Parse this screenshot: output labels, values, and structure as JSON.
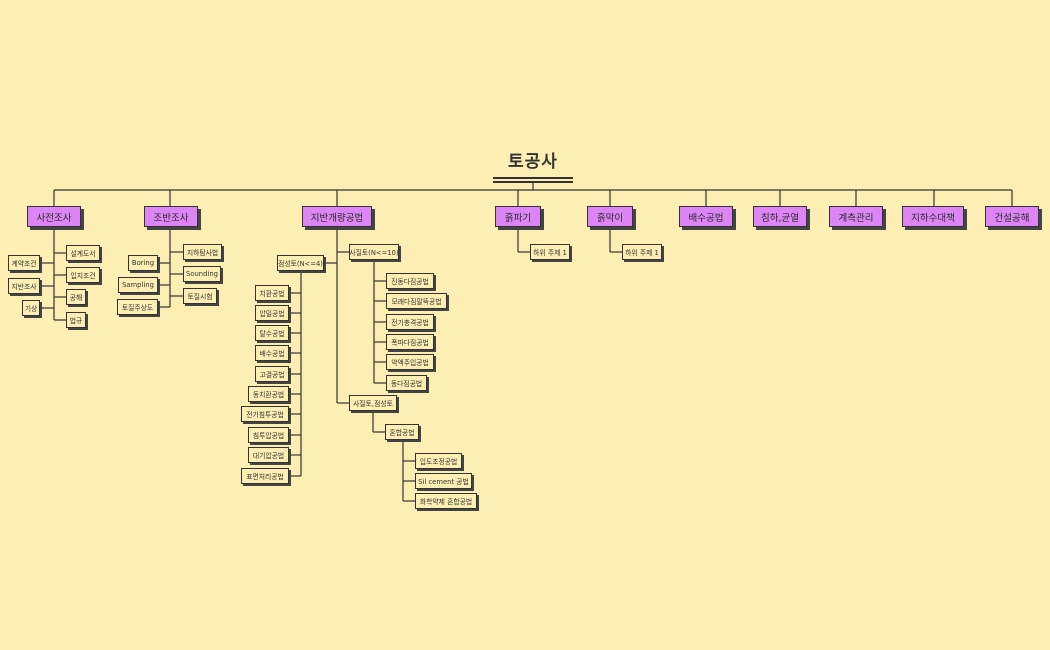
{
  "title": "토공사",
  "main_topics": [
    "사전조사",
    "조반조사",
    "지반개량공법",
    "흙파기",
    "흙막이",
    "배수공법",
    "침하,균열",
    "계측관리",
    "지하수대책",
    "건설공해"
  ],
  "pre_survey": {
    "left": [
      "계약조건",
      "지반조사",
      "기상"
    ],
    "right": [
      "설계도서",
      "입지조건",
      "공해",
      "법규"
    ]
  },
  "ground_survey": {
    "left": [
      "Boring",
      "Sampling",
      "토질주상도"
    ],
    "right": [
      "지하탐사법",
      "Sounding",
      "토질시험"
    ]
  },
  "soil_improvement": {
    "clay": {
      "label": "점성토(N<=4)",
      "items": [
        "치환공법",
        "압밀공법",
        "탈수공법",
        "배수공법",
        "고결공법",
        "동치환공법",
        "전기침투공법",
        "침투압공법",
        "대기압공법",
        "표면처리공법"
      ]
    },
    "sand": {
      "label": "사질토(N<=10)",
      "items": [
        "진동다짐공법",
        "모래다짐말뚝공법",
        "전기충격공법",
        "폭파다짐공법",
        "약액주입공법",
        "동다짐공법"
      ]
    },
    "mixed": {
      "label": "사질토,점성토",
      "group": "혼합공법",
      "items": [
        "입도조정공법",
        "Sil cement 공법",
        "화학약제 혼합공법"
      ]
    }
  },
  "excavation": {
    "sub": "하위 주제 1"
  },
  "retaining": {
    "sub": "하위 주제 1"
  }
}
